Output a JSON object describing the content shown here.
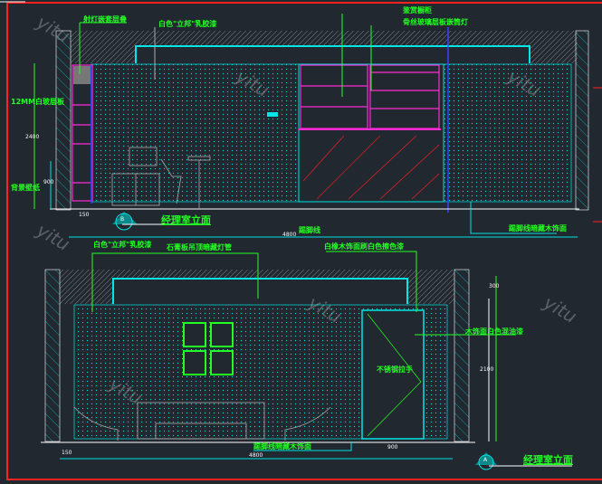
{
  "elevation_b": {
    "title": "经理室立面",
    "marker": "B",
    "labels": {
      "spotlight": "射灯嵌套层叠",
      "paint_top": "白色\"立邦\"乳胶漆",
      "glass_shelf": "12MM白玻层板",
      "wallpaper": "背景壁纸",
      "display_cabinet": "鉴赏橱柜",
      "glass_light": "骨丝玻璃层板嵌筒灯",
      "baseboard": "踢脚线",
      "skirting_right": "踢脚线暗藏木饰面"
    },
    "dims": {
      "height": "2400",
      "lower": "900",
      "width": "4800",
      "small": "150"
    }
  },
  "elevation_a": {
    "title": "经理室立面",
    "marker": "A",
    "labels": {
      "paint_top": "白色\"立邦\"乳胶漆",
      "ceiling_light": "石膏板吊顶暗藏灯管",
      "door_frame": "白橡木饰面刷白色擦色漆",
      "door_panel": "木饰面白色混油漆",
      "handle": "不锈钢拉手",
      "skirting": "踢脚线暗藏木饰面"
    },
    "dims": {
      "top": "300",
      "height": "2100",
      "width": "4800",
      "door": "900",
      "small": "150"
    }
  },
  "watermark": "yitu"
}
